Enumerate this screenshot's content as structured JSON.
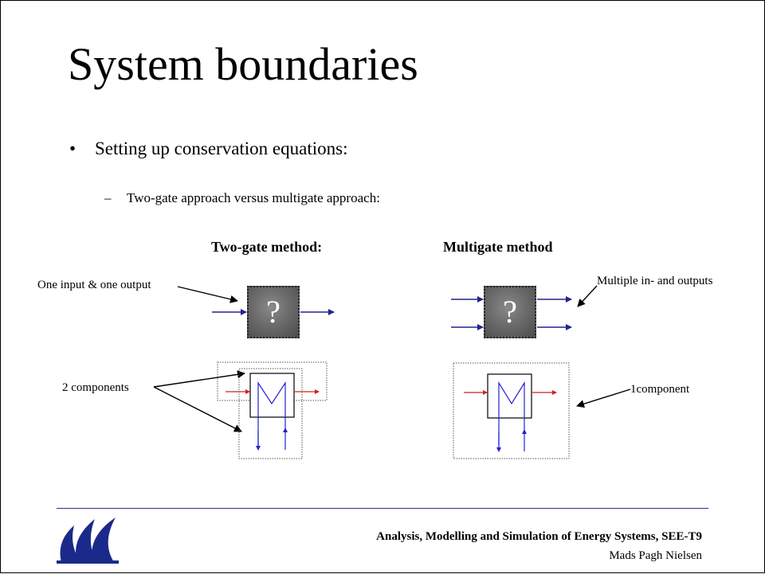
{
  "slide": {
    "title": "System boundaries",
    "bullet": "Setting up conservation equations:",
    "bullet_marker": "•",
    "sub_bullet": "Two-gate approach versus multigate approach:",
    "sub_bullet_marker": "–"
  },
  "diagram": {
    "two_gate": {
      "heading": "Two-gate method:",
      "box_label": "?",
      "io_label": "One input & one output",
      "components_label": "2 components"
    },
    "multigate": {
      "heading": "Multigate method",
      "box_label": "?",
      "io_label": "Multiple in- and outputs",
      "components_label": "1component"
    },
    "colors": {
      "flow_arrow": "#23238f",
      "hot_stream": "#cc2222",
      "cold_stream": "#2222cc",
      "boundary": "#555555"
    }
  },
  "footer": {
    "course": "Analysis, Modelling  and Simulation of Energy Systems, SEE-T9",
    "author": "Mads Pagh Nielsen",
    "logo_icon": "university-wave-logo",
    "line_color": "#2b2b9c",
    "logo_color": "#1b2a8a"
  }
}
